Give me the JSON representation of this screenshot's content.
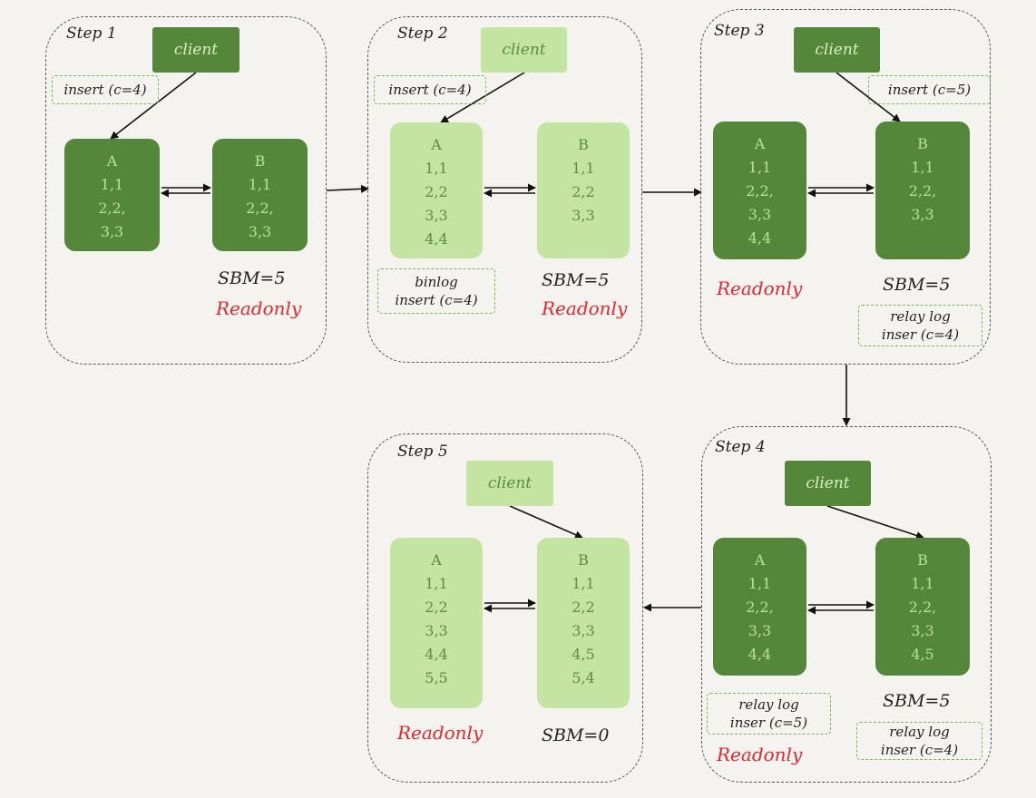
{
  "colors": {
    "dark_node": "#55873a",
    "light_node": "#c4e5a1",
    "readonly_text": "#e8252c",
    "note_border": "#7ab55a",
    "frame_border": "#555555"
  },
  "steps": [
    {
      "label": "Step 1",
      "client": {
        "label": "client",
        "shade": "dark"
      },
      "notes": [
        {
          "lines": [
            "insert (c=4)"
          ]
        }
      ],
      "nodes": {
        "A": {
          "name": "A",
          "shade": "dark",
          "rows": [
            "1,1",
            "2,2,",
            "3,3"
          ]
        },
        "B": {
          "name": "B",
          "shade": "dark",
          "rows": [
            "1,1",
            "2,2,",
            "3,3"
          ]
        }
      },
      "sbm": "SBM=5",
      "readonly": [
        "Readonly"
      ]
    },
    {
      "label": "Step 2",
      "client": {
        "label": "client",
        "shade": "light"
      },
      "notes": [
        {
          "lines": [
            "insert (c=4)"
          ]
        },
        {
          "lines": [
            "binlog",
            "insert (c=4)"
          ]
        }
      ],
      "nodes": {
        "A": {
          "name": "A",
          "shade": "light",
          "rows": [
            "1,1",
            "2,2",
            "3,3",
            "4,4"
          ]
        },
        "B": {
          "name": "B",
          "shade": "light",
          "rows": [
            "1,1",
            "2,2",
            "3,3"
          ]
        }
      },
      "sbm": "SBM=5",
      "readonly": [
        "Readonly"
      ]
    },
    {
      "label": "Step 3",
      "client": {
        "label": "client",
        "shade": "dark"
      },
      "notes": [
        {
          "lines": [
            "insert (c=5)"
          ]
        },
        {
          "lines": [
            "relay log",
            "inser (c=4)"
          ]
        }
      ],
      "nodes": {
        "A": {
          "name": "A",
          "shade": "dark",
          "rows": [
            "1,1",
            "2,2,",
            "3,3",
            "4,4"
          ]
        },
        "B": {
          "name": "B",
          "shade": "dark",
          "rows": [
            "1,1",
            "2,2,",
            "3,3"
          ]
        }
      },
      "sbm": "SBM=5",
      "readonly": [
        "Readonly"
      ]
    },
    {
      "label": "Step 4",
      "client": {
        "label": "client",
        "shade": "dark"
      },
      "notes": [
        {
          "lines": [
            "relay log",
            "inser (c=5)"
          ]
        },
        {
          "lines": [
            "relay log",
            "inser (c=4)"
          ]
        }
      ],
      "nodes": {
        "A": {
          "name": "A",
          "shade": "dark",
          "rows": [
            "1,1",
            "2,2,",
            "3,3",
            "4,4"
          ]
        },
        "B": {
          "name": "B",
          "shade": "dark",
          "rows": [
            "1,1",
            "2,2,",
            "3,3",
            "4,5"
          ]
        }
      },
      "sbm": "SBM=5",
      "readonly": [
        "Readonly"
      ]
    },
    {
      "label": "Step 5",
      "client": {
        "label": "client",
        "shade": "light"
      },
      "notes": [],
      "nodes": {
        "A": {
          "name": "A",
          "shade": "light",
          "rows": [
            "1,1",
            "2,2",
            "3,3",
            "4,4",
            "5,5"
          ]
        },
        "B": {
          "name": "B",
          "shade": "light",
          "rows": [
            "1,1",
            "2,2",
            "3,3",
            "4,5",
            "5,4"
          ]
        }
      },
      "sbm": "SBM=0",
      "readonly": [
        "Readonly"
      ]
    }
  ]
}
